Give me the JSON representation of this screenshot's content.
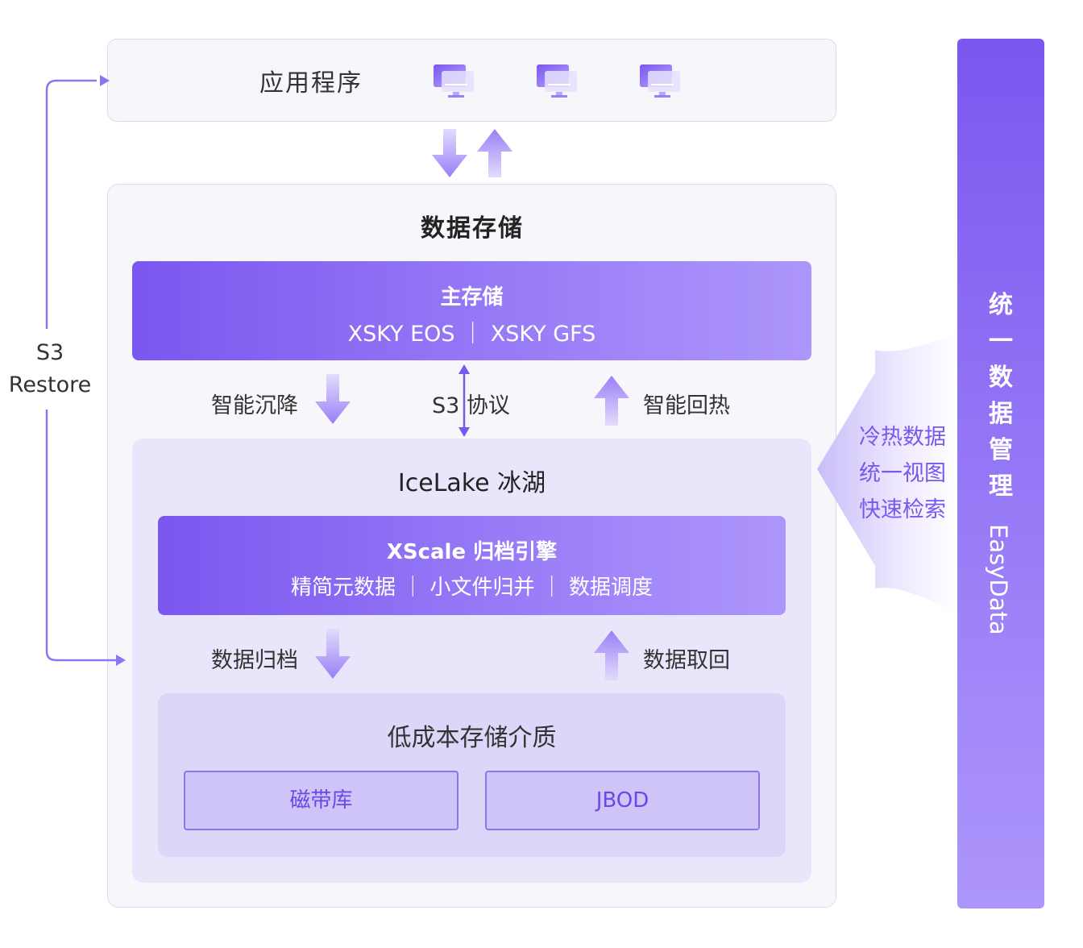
{
  "app": {
    "title": "应用程序",
    "icons": [
      "monitor-icon",
      "monitor-icon",
      "monitor-icon"
    ]
  },
  "storage": {
    "title": "数据存储",
    "primary": {
      "title": "主存储",
      "subtitle": "XSKY EOS ｜ XSKY GFS"
    },
    "flows": {
      "left": "智能沉降",
      "middle": "S3 协议",
      "right": "智能回热"
    }
  },
  "icelake": {
    "title": "IceLake 冰湖",
    "xscale": {
      "title": "XScale 归档引擎",
      "subtitle": "精简元数据 ｜ 小文件归并 ｜ 数据调度"
    },
    "flows": {
      "left": "数据归档",
      "right": "数据取回"
    }
  },
  "lowcost": {
    "title": "低成本存储介质",
    "media": [
      "磁带库",
      "JBOD"
    ]
  },
  "restore": {
    "line1": "S3",
    "line2": "Restore"
  },
  "easydata": {
    "chars": [
      "统",
      "一",
      "数",
      "据",
      "管",
      "理"
    ],
    "en": "EasyData",
    "features": [
      "冷热数据",
      "统一视图",
      "快速检索"
    ]
  },
  "colors": {
    "accent": "#7a57ef",
    "accent_light": "#ad96fb",
    "panel_bg": "#f7f7fb"
  }
}
